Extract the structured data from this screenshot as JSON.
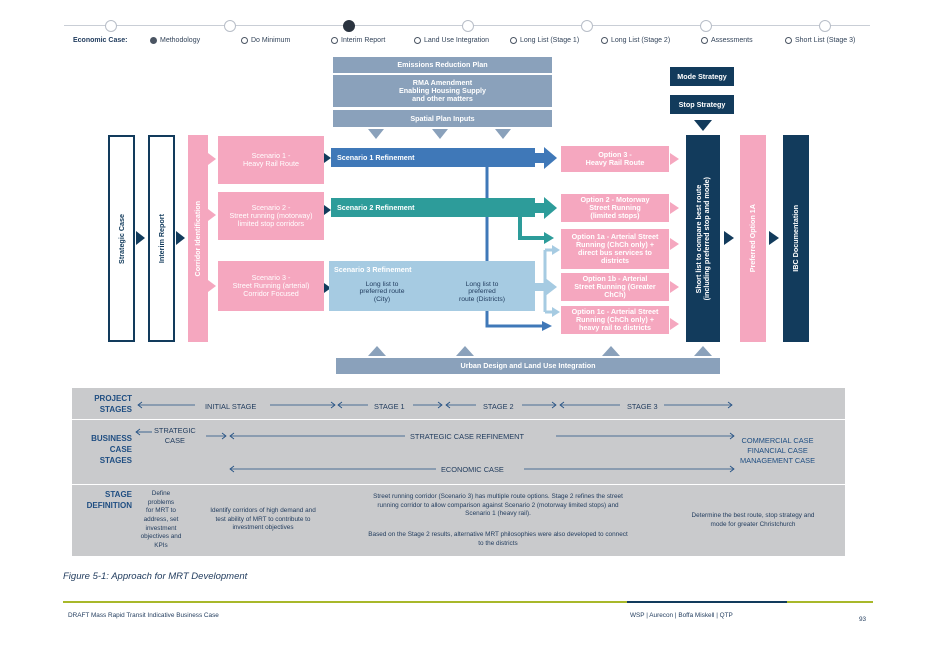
{
  "progress": {
    "label": "Economic Case:",
    "options": [
      "Methodology",
      "Do Minimum",
      "Interim Report",
      "Land Use Integration",
      "Long List (Stage 1)",
      "Long List (Stage 2)",
      "Assessments",
      "Short List (Stage 3)"
    ],
    "selected": "Methodology",
    "current_step": "Interim Report"
  },
  "diagram": {
    "top_inputs": [
      "Emissions Reduction Plan",
      "RMA Amendment\nEnabling Housing Supply\nand other matters",
      "Spatial Plan Inputs"
    ],
    "mode_strategy": "Mode Strategy",
    "stop_strategy": "Stop Strategy",
    "strategic_case": "Strategic Case",
    "interim_report": "Interim Report",
    "corridor_identification": "Corridor Identification",
    "scenarios": [
      "Scenario 1 -\nHeavy Rail Route",
      "Scenario 2 -\nStreet running (motorway)\nlimited stop corridors",
      "Scenario 3 -\nStreet Running (arterial)\nCorridor Focused"
    ],
    "refinements": {
      "r1": "Scenario 1 Refinement",
      "r2": "Scenario 2 Refinement",
      "r3": "Scenario 3 Refinement",
      "r3_city": "Long list to\npreferred route\n(City)",
      "r3_districts": "Long list to\npreferred\nroute (Districts)"
    },
    "options": [
      "Option 3 -\nHeavy Rail Route",
      "Option 2 - Motorway\nStreet Running\n(limited stops)",
      "Option 1a - Arterial Street\nRunning (ChCh only) +\ndirect bus services to\ndistricts",
      "Option 1b - Arterial\nStreet Running (Greater\nChCh)",
      "Option 1c - Arterial Street\nRunning (ChCh only) +\nheavy rail to districts"
    ],
    "short_list": "Short list to compare best route\n(including preferred stop and mode)",
    "preferred_option": "Preferred Option 1A",
    "ibc_documentation": "IBC Documentation",
    "urban_design": "Urban Design and Land Use Integration"
  },
  "table": {
    "project_stages_label": "PROJECT\nSTAGES",
    "initial_stage": "INITIAL STAGE",
    "stage1": "STAGE 1",
    "stage2": "STAGE 2",
    "stage3": "STAGE 3",
    "business_case_label": "BUSINESS\nCASE\nSTAGES",
    "strategic_case": "STRATEGIC\nCASE",
    "strategic_refinement": "STRATEGIC CASE REFINEMENT",
    "economic_case": "ECONOMIC CASE",
    "commercial_case": "COMMERCIAL CASE\nFINANCIAL CASE\nMANAGEMENT CASE",
    "stage_definition_label": "STAGE\nDEFINITION",
    "def1": "Define\nproblems\nfor MRT to\naddress, set\ninvestment\nobjectives and\nKPIs",
    "def2": "Identify corridors of high demand and\ntest ability of MRT to contribute to\ninvestment objectives",
    "def3a": "Street running corridor (Scenario 3) has multiple route options. Stage 2 refines the street\nrunning corridor to allow comparison against Scenario 2 (motorway limited stops) and\nScenario 1 (heavy rail).",
    "def3b": "Based on the Stage 2 results, alternative MRT philosophies were also developed to connect\nto the districts",
    "def4": "Determine the best route, stop strategy and\nmode for greater Christchurch"
  },
  "caption": "Figure 5-1: Approach for MRT Development",
  "footer": {
    "left": "DRAFT Mass Rapid Transit Indicative Business Case",
    "right": "WSP | Aurecon | Boffa Miskell | QTP",
    "page": "93"
  },
  "colors": {
    "navy": "#123b5c",
    "steel": "#8aa1bb",
    "pink": "#f5a7bf",
    "blue": "#3f78b8",
    "teal": "#2d9c9a",
    "light_blue": "#a6cbe2",
    "grey": "#c9cacc",
    "footer_line": "#a8b82a"
  }
}
